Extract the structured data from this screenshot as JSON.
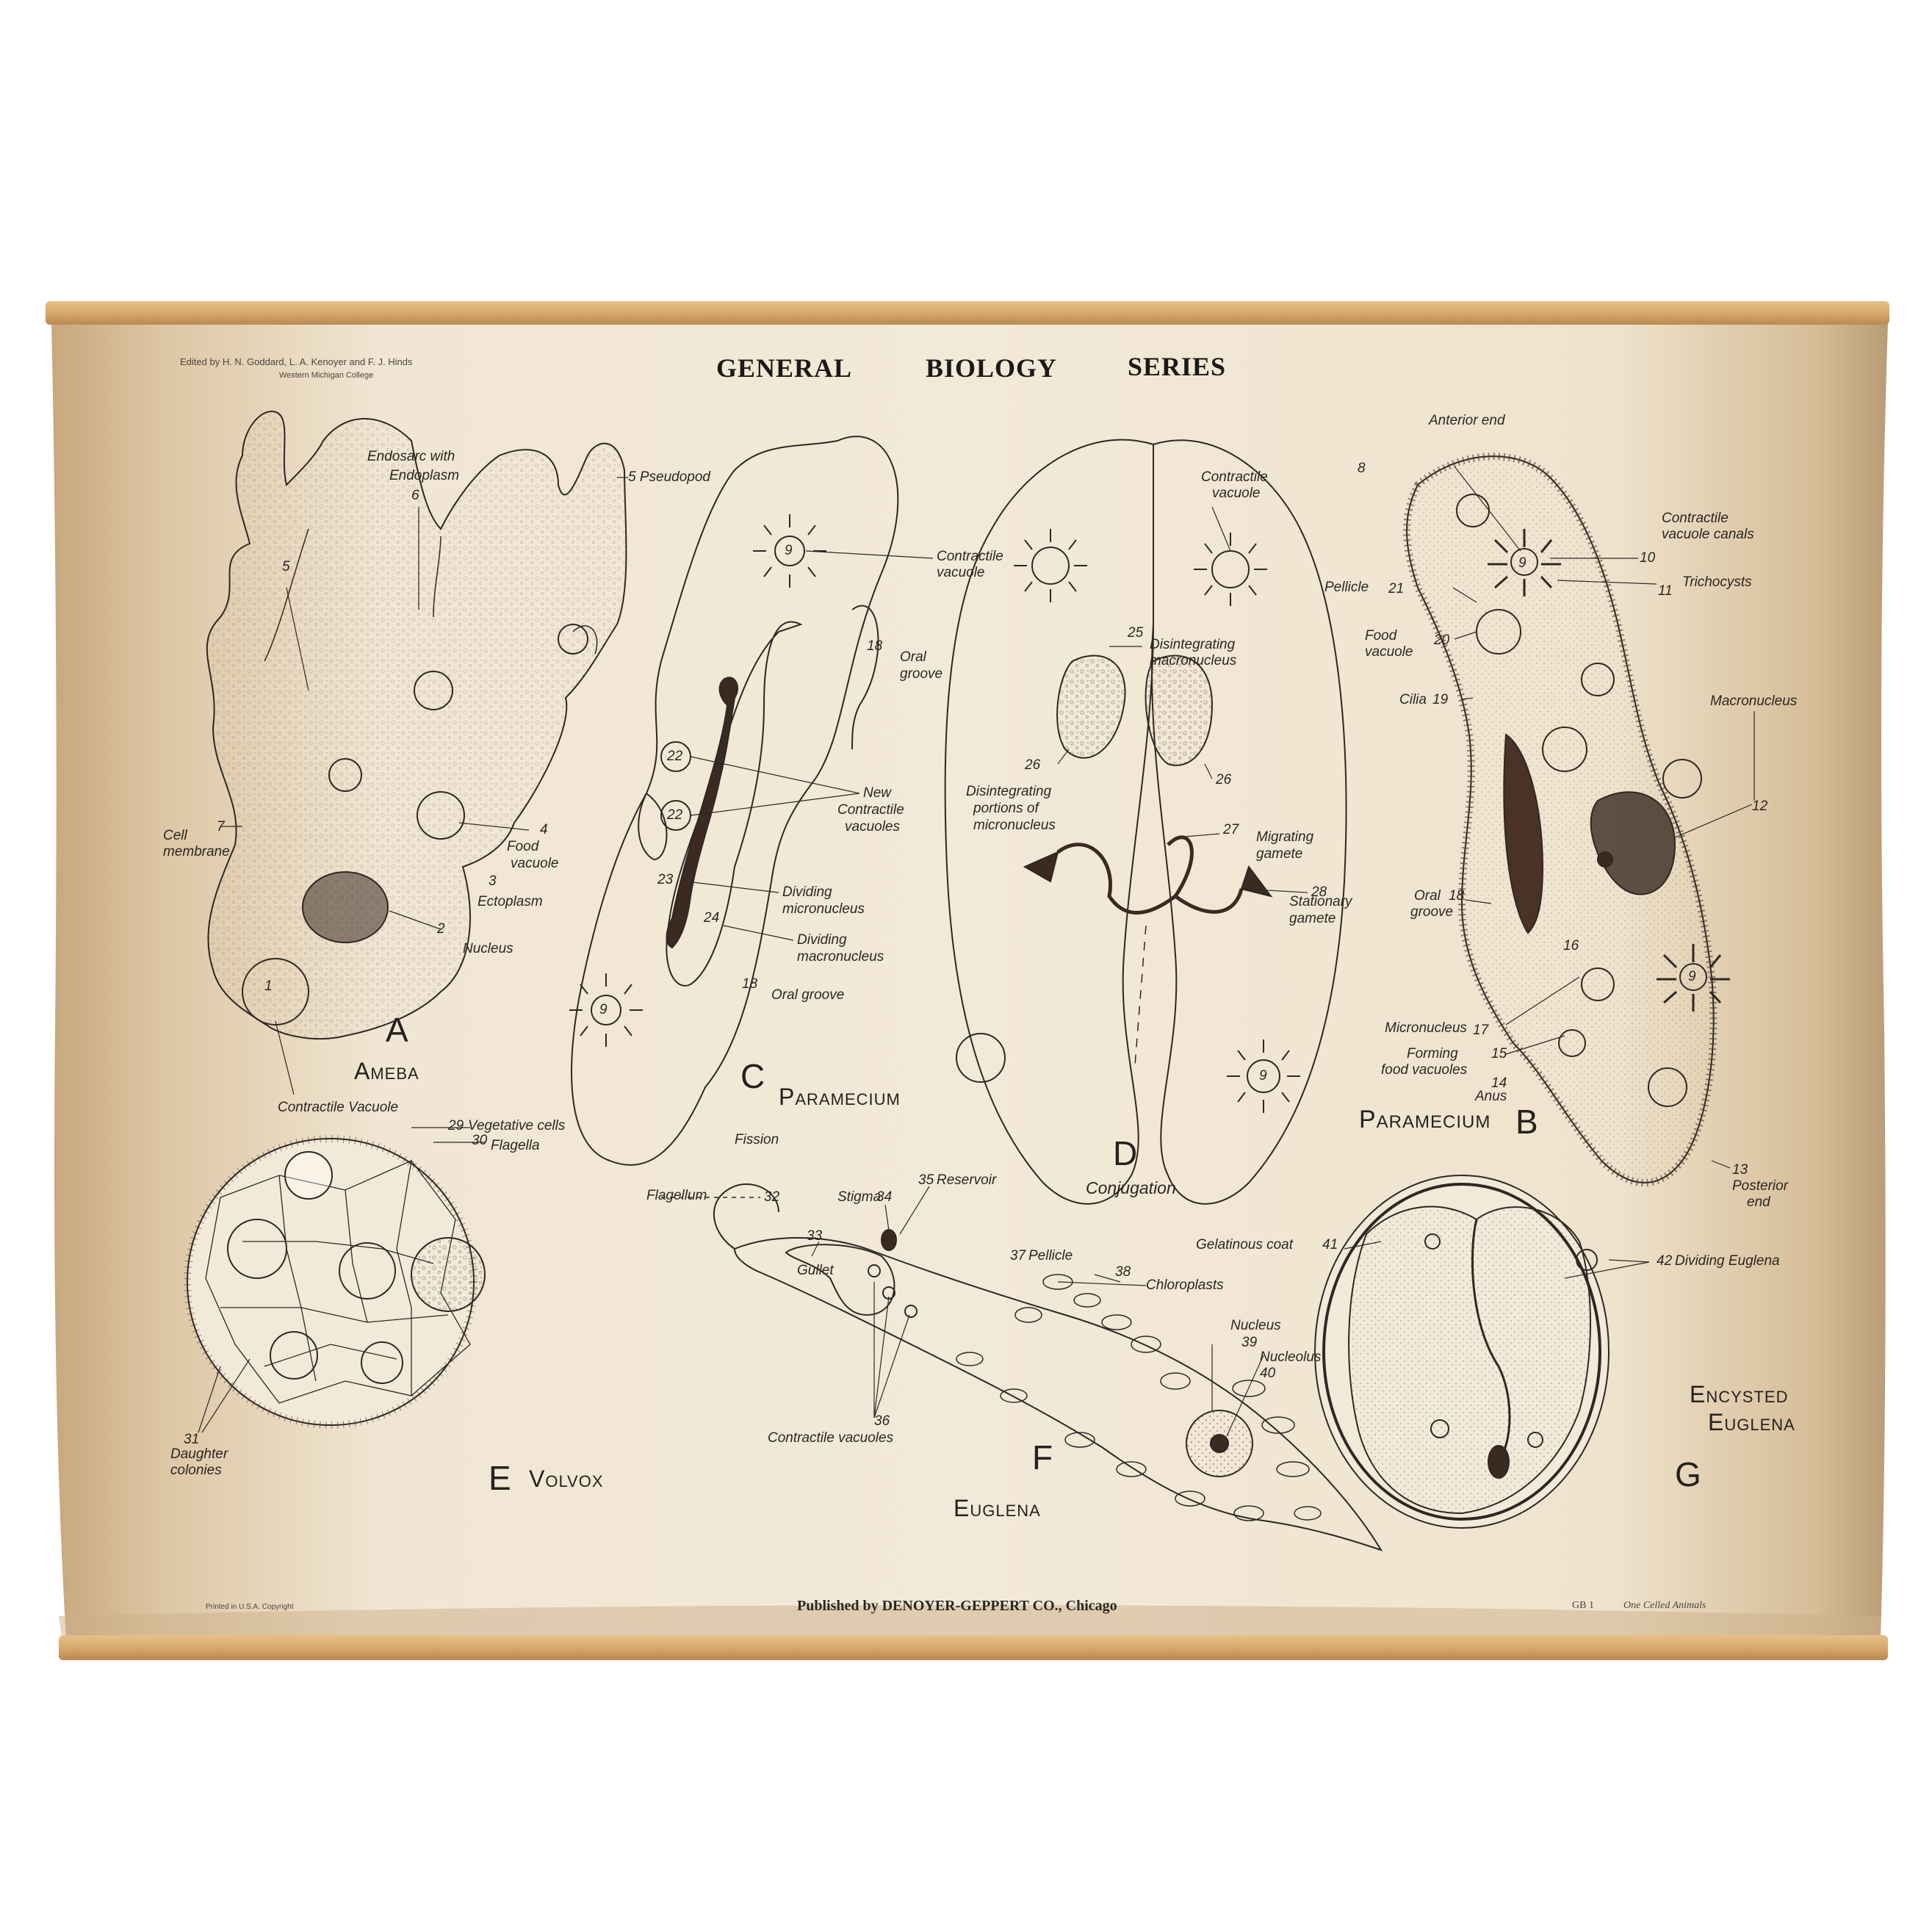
{
  "header": {
    "editors": "Edited by H. N. Goddard, L. A. Kenoyer and F. J. Hinds",
    "college": "Western Michigan College",
    "title_words": [
      "GENERAL",
      "BIOLOGY",
      "SERIES"
    ]
  },
  "figures": {
    "A": {
      "letter": "A",
      "name": "Ameba"
    },
    "B": {
      "letter": "B",
      "name": "Paramecium"
    },
    "C": {
      "letter": "C",
      "name": "Paramecium"
    },
    "D": {
      "letter": "D",
      "name": "Conjugation"
    },
    "E": {
      "letter": "E",
      "name": "Volvox"
    },
    "F": {
      "letter": "F",
      "name": "Euglena"
    },
    "G": {
      "letter": "G",
      "name_line1": "Encysted",
      "name_line2": "Euglena"
    }
  },
  "labels": {
    "ameba": {
      "endosarc1": "Endosarc with",
      "endosarc2": "Endoplasm",
      "n6": "6",
      "pseudopod": "5 Pseudopod",
      "n5": "5",
      "cell_membrane1": "Cell",
      "cell_membrane2": "membrane",
      "n7": "7",
      "n4": "4",
      "food_vacuole1": "Food",
      "food_vacuole2": "vacuole",
      "n3": "3",
      "ectoplasm": "Ectoplasm",
      "n2": "2",
      "nucleus": "Nucleus",
      "n1": "1",
      "contractile_vacuole": "Contractile Vacuole"
    },
    "paramecium_c": {
      "n9a": "9",
      "contractile1": "Contractile",
      "contractile2": "vacuole",
      "n18a": "18",
      "oral1": "Oral",
      "oral2": "groove",
      "n22a": "22",
      "n22b": "22",
      "new1": "New",
      "new2": "Contractile",
      "new3": "vacuoles",
      "n23": "23",
      "dividing_mic1": "Dividing",
      "dividing_mic2": "micronucleus",
      "n24": "24",
      "dividing_mac1": "Dividing",
      "dividing_mac2": "macronucleus",
      "n18b": "18",
      "oral_groove": "Oral groove",
      "n9b": "9",
      "fission": "Fission"
    },
    "conjugation": {
      "contractile1": "Contractile",
      "contractile2": "vacuole",
      "n25": "25",
      "dis_mac1": "Disintegrating",
      "dis_mac2": "macronucleus",
      "n26a": "26",
      "n26b": "26",
      "dis_mic1": "Disintegrating",
      "dis_mic2": "portions of",
      "dis_mic3": "micronucleus",
      "n27": "27",
      "migrating1": "Migrating",
      "migrating2": "gamete",
      "n28": "28",
      "stationary1": "Stationary",
      "stationary2": "gamete",
      "n9": "9"
    },
    "paramecium_b": {
      "anterior": "Anterior end",
      "n8": "8",
      "n9": "9",
      "cvc1": "Contractile",
      "cvc2": "vacuole canals",
      "n10": "10",
      "n11": "11",
      "trichocysts": "Trichocysts",
      "pellicle": "Pellicle",
      "n21": "21",
      "food1": "Food",
      "food2": "vacuole",
      "n20": "20",
      "cilia": "Cilia",
      "n19": "19",
      "macronucleus": "Macronucleus",
      "n12": "12",
      "oral1": "Oral",
      "oral2": "groove",
      "n18": "18",
      "n16": "16",
      "micronucleus": "Micronucleus",
      "n17": "17",
      "forming1": "Forming",
      "forming2": "food vacuoles",
      "n15": "15",
      "n14": "14",
      "anus": "Anus",
      "n9b": "9",
      "n13": "13",
      "posterior1": "Posterior",
      "posterior2": "end"
    },
    "volvox": {
      "n29": "29",
      "vegetative": "Vegetative cells",
      "n30": "30",
      "flagella": "Flagella",
      "n31": "31",
      "daughter1": "Daughter",
      "daughter2": "colonies"
    },
    "euglena": {
      "flagellum": "Flagellum",
      "n32": "32",
      "stigma": "Stigma",
      "n34": "34",
      "n35": "35",
      "reservoir": "Reservoir",
      "n33": "33",
      "gullet": "Gullet",
      "n37": "37",
      "pellicle": "Pellicle",
      "n38": "38",
      "chloroplasts": "Chloroplasts",
      "nucleus": "Nucleus",
      "n39": "39",
      "nucleolus": "Nucleolus",
      "n40": "40",
      "n36": "36",
      "contractile": "Contractile vacuoles"
    },
    "encysted": {
      "gelatinous": "Gelatinous coat",
      "n41": "41",
      "n42": "42",
      "dividing": "Dividing Euglena"
    }
  },
  "footer": {
    "printed": "Printed in U.S.A.   Copyright",
    "publisher": "Published by DENOYER-GEPPERT CO., Chicago",
    "catalog": "GB  1",
    "catalog_title": "One Celled Animals"
  }
}
